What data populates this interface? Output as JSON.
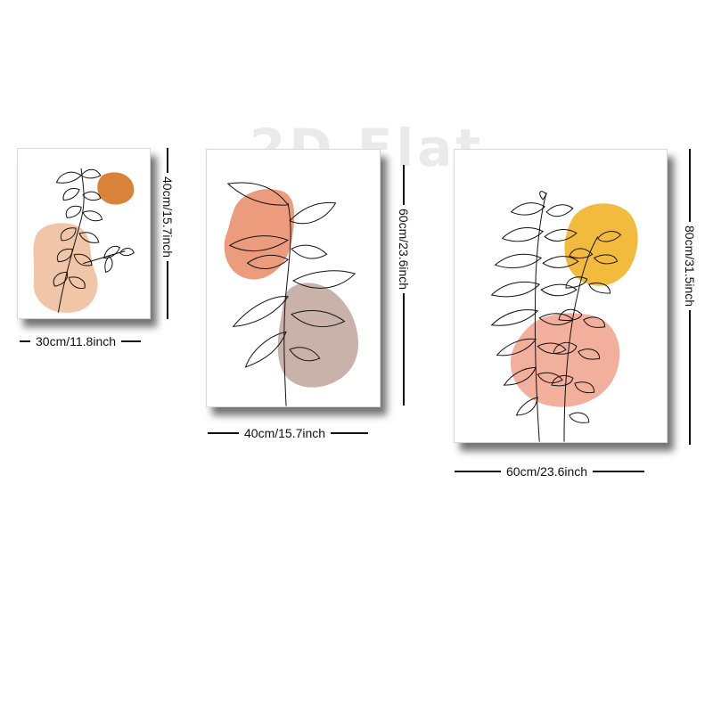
{
  "watermark": "2D Flat",
  "posters": [
    {
      "width_label": "30cm/11.8inch",
      "height_label": "40cm/15.7inch",
      "blob_colors": [
        "#d9823a",
        "#efbf9d"
      ]
    },
    {
      "width_label": "40cm/15.7inch",
      "height_label": "60cm/23.6inch",
      "blob_colors": [
        "#ea916f",
        "#bfa59a"
      ]
    },
    {
      "width_label": "60cm/23.6inch",
      "height_label": "80cm/31.5inch",
      "blob_colors": [
        "#f3bb3d",
        "#f1a690"
      ]
    }
  ]
}
